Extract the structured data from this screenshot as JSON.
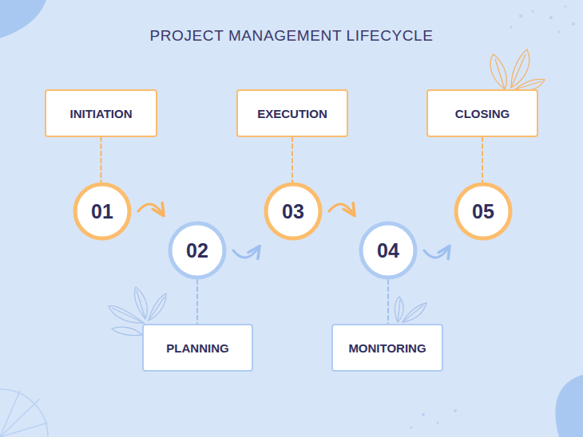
{
  "diagram": {
    "title": "PROJECT MANAGEMENT LIFECYCLE",
    "nodes": [
      {
        "text": [
          "INITIATION"
        ]
      },
      {
        "text": [
          "01"
        ]
      },
      {
        "text": [
          "02"
        ]
      },
      {
        "text": [
          "PLANNING"
        ]
      },
      {
        "text": [
          "EXECUTION"
        ]
      },
      {
        "text": [
          "03"
        ]
      },
      {
        "text": [
          "04"
        ]
      },
      {
        "text": [
          "MONITORING"
        ]
      },
      {
        "text": [
          "CLOSING"
        ]
      },
      {
        "text": [
          "05"
        ]
      }
    ],
    "edges": [
      {
        "from": 0,
        "to": 1,
        "arrow": "none"
      },
      {
        "from": 1,
        "to": 2,
        "arrow": "to"
      },
      {
        "from": 2,
        "to": 3,
        "arrow": "none"
      },
      {
        "from": 2,
        "to": 5,
        "arrow": "to"
      },
      {
        "from": 4,
        "to": 5,
        "arrow": "none"
      },
      {
        "from": 5,
        "to": 6,
        "arrow": "to"
      },
      {
        "from": 6,
        "to": 7,
        "arrow": "none"
      },
      {
        "from": 6,
        "to": 9,
        "arrow": "to"
      },
      {
        "from": 8,
        "to": 9,
        "arrow": "none"
      }
    ]
  }
}
